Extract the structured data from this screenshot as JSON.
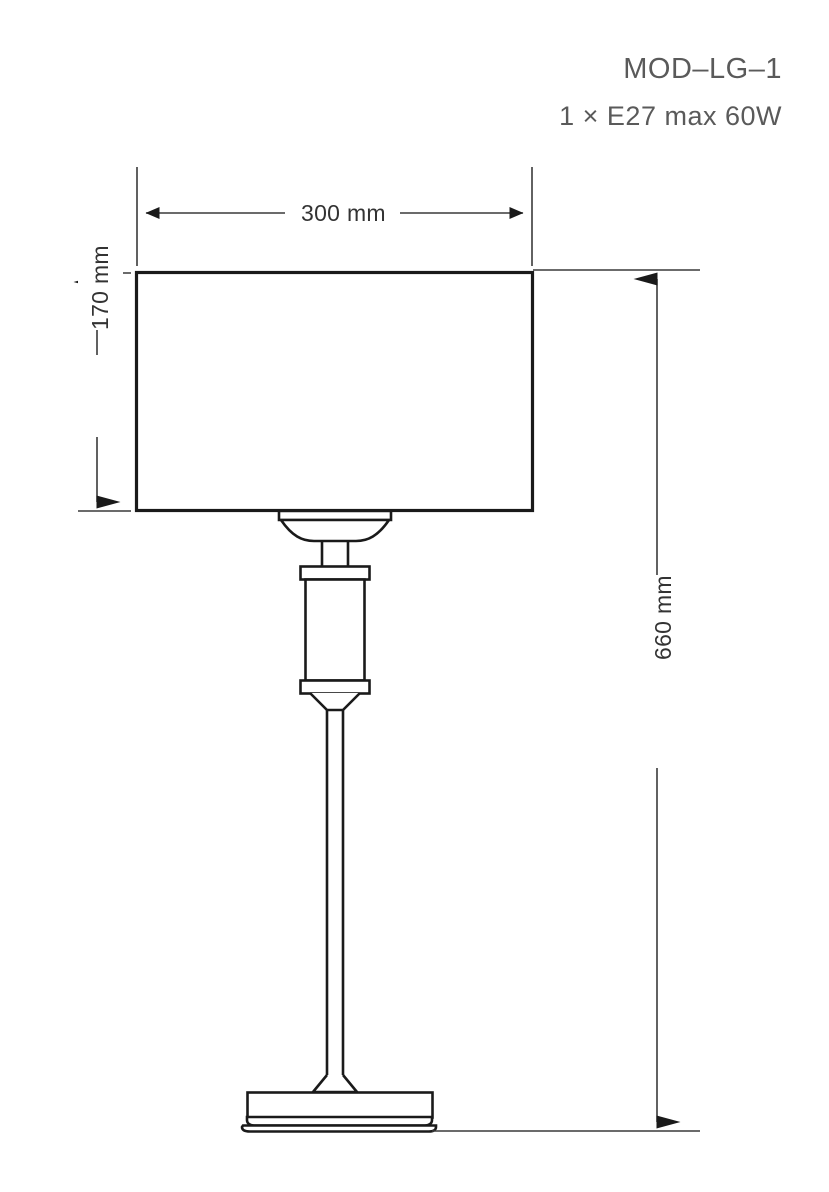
{
  "header": {
    "model_code": "MOD–LG–1",
    "lamp_spec": "1 × E27 max 60W"
  },
  "drawing": {
    "title": "table lamp technical dimension drawing",
    "line_color": "#1a1a1a",
    "dimension_line_color": "#3a3a3a",
    "text_color": "#333333",
    "header_text_color": "#5a5a5a",
    "background": "#ffffff"
  },
  "dimensions": {
    "width": {
      "label": "300 mm",
      "value": 300,
      "unit": "mm",
      "orientation": "horizontal",
      "measures": "shade-width"
    },
    "shade_height": {
      "label": "170 mm",
      "value": 170,
      "unit": "mm",
      "orientation": "vertical",
      "measures": "shade-height"
    },
    "total_height": {
      "label": "660 mm",
      "value": 660,
      "unit": "mm",
      "orientation": "vertical",
      "measures": "overall-lamp-height"
    }
  },
  "parts": [
    {
      "name": "lampshade",
      "shape": "rectangle"
    },
    {
      "name": "shade-saucer",
      "shape": "flared-disc"
    },
    {
      "name": "upper-neck",
      "shape": "column"
    },
    {
      "name": "cylinder-body",
      "shape": "cylinder"
    },
    {
      "name": "stem",
      "shape": "rod"
    },
    {
      "name": "base",
      "shape": "stepped-plinth"
    }
  ]
}
